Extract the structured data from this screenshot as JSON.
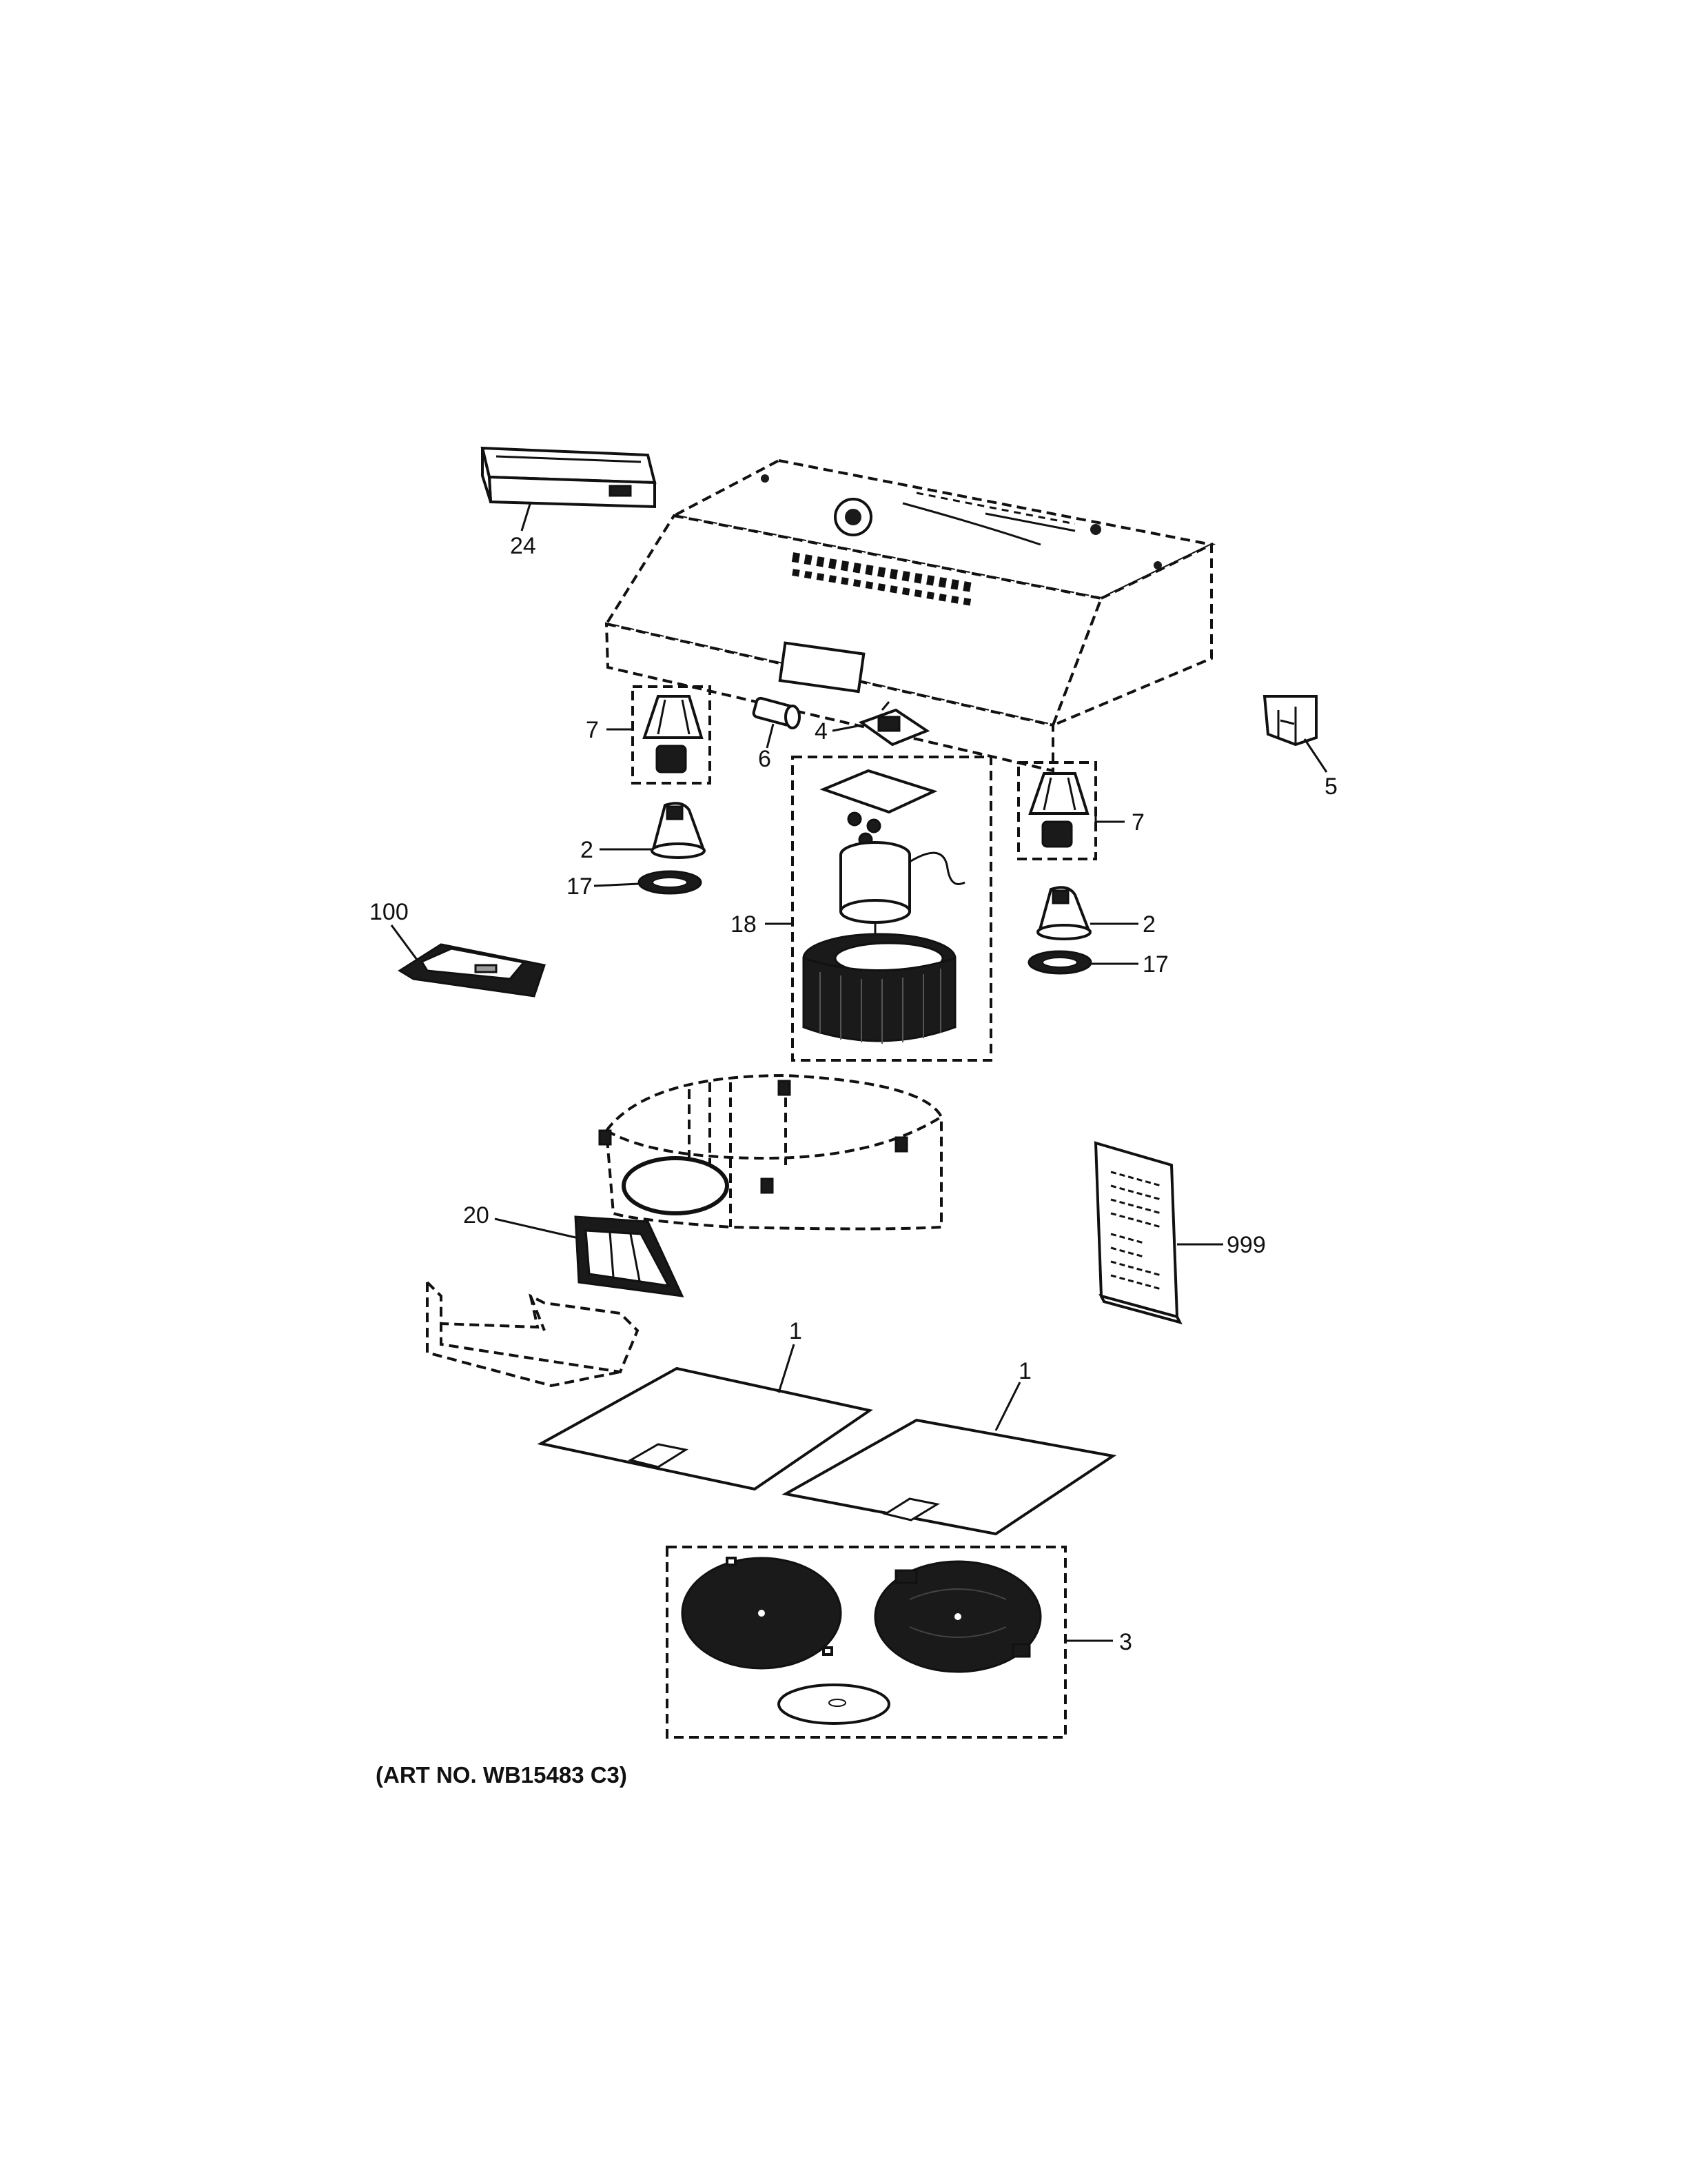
{
  "callouts": {
    "c24": "24",
    "c7a": "7",
    "c6": "6",
    "c4": "4",
    "c5": "5",
    "c2a": "2",
    "c17a": "17",
    "c7b": "7",
    "c18": "18",
    "c100": "100",
    "c2b": "2",
    "c17b": "17",
    "c20": "20",
    "c999": "999",
    "c1a": "1",
    "c1b": "1",
    "c3": "3"
  },
  "caption": "(ART NO. WB15483 C3)"
}
